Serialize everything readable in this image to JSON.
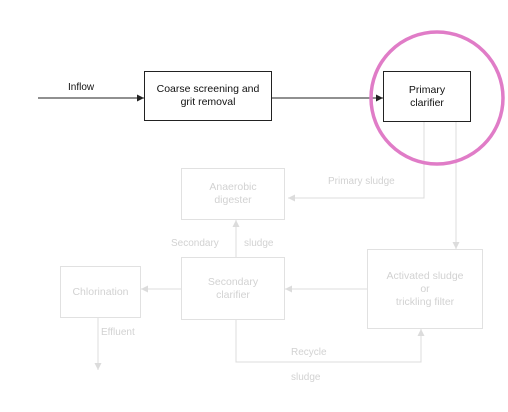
{
  "diagram": {
    "nodes": {
      "coarse": "Coarse screening and\ngrit removal",
      "primary_clarifier": "Primary\nclarifier",
      "anaerobic_digester": "Anaerobic\ndigester",
      "secondary_clarifier": "Secondary\nclarifier",
      "activated_sludge": "Activated sludge\nor\ntrickling filter",
      "chlorination": "Chlorination"
    },
    "edge_labels": {
      "inflow": "Inflow",
      "primary_sludge": "Primary sludge",
      "secondary": "Secondary",
      "sludge": "sludge",
      "recycle": "Recycle",
      "recycle_sludge": "sludge",
      "effluent": "Effluent"
    },
    "colors": {
      "active": "#222222",
      "faded": "#dcdcdc",
      "highlight_circle": "#e07cc7"
    }
  }
}
